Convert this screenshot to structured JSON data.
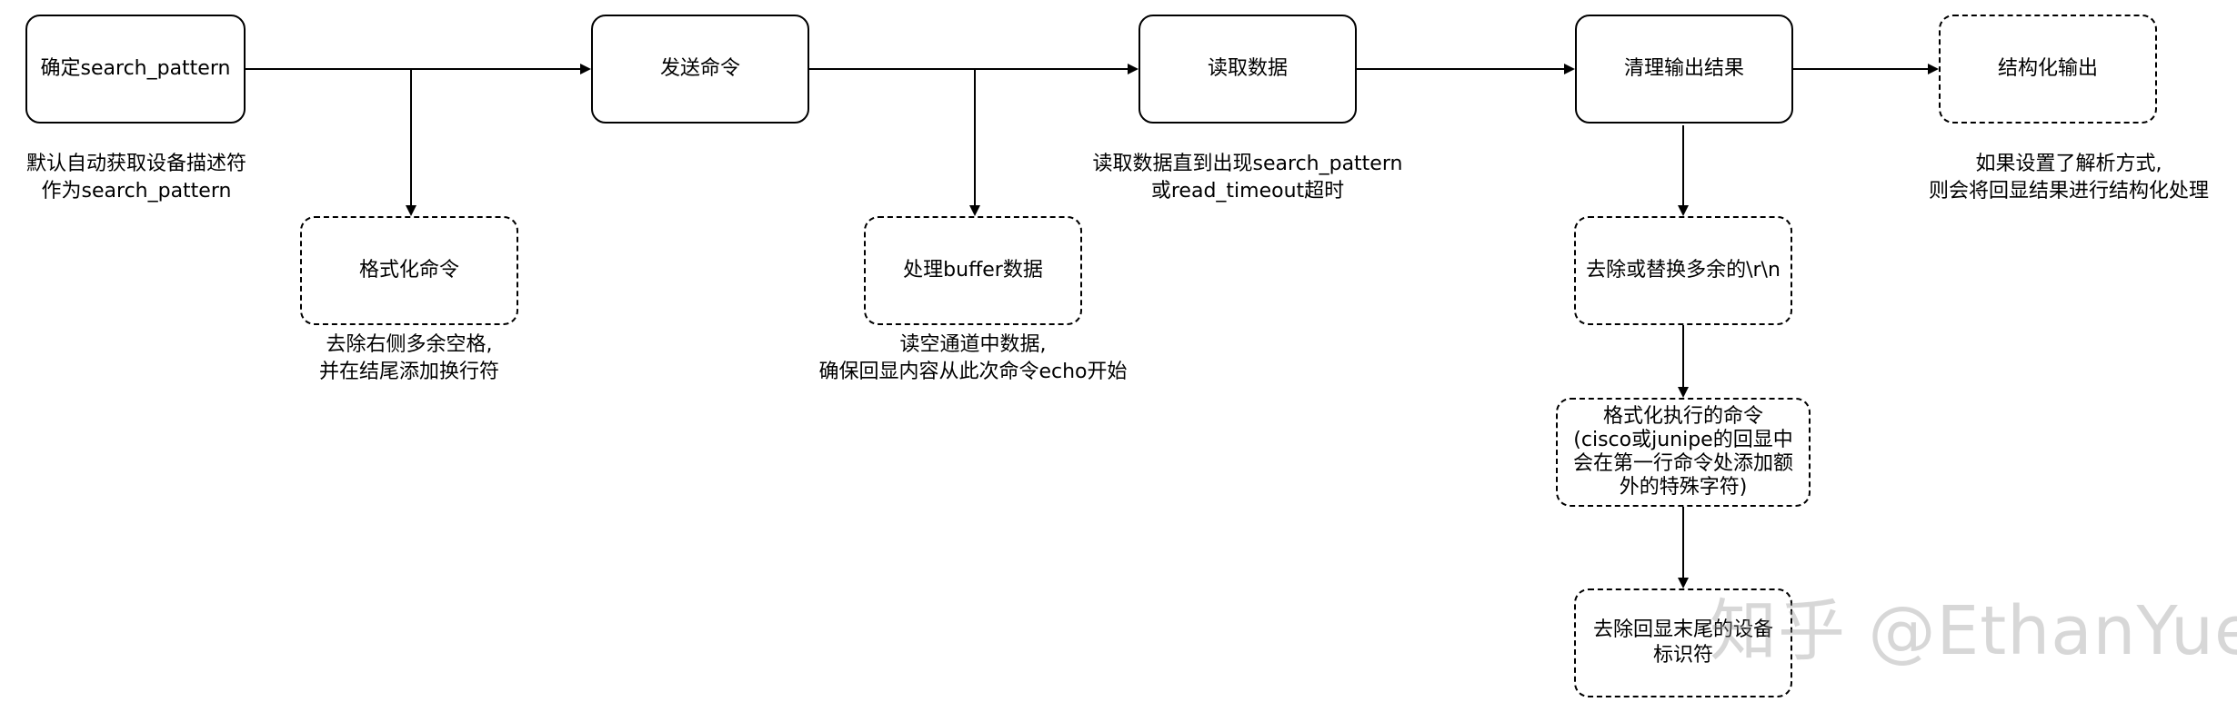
{
  "nodes": {
    "confirm": "确定search_pattern",
    "send": "发送命令",
    "read": "读取数据",
    "clean": "清理输出结果",
    "structured": "结构化输出",
    "format_cmd": "格式化命令",
    "buffer": "处理buffer数据",
    "remove_crlf": "去除或替换多余的\\r\\n",
    "format_exec": [
      "格式化执行的命令",
      "(cisco或junipe的回显中",
      "会在第一行命令处添加额",
      "外的特殊字符)"
    ],
    "remove_id": [
      "去除回显末尾的设备",
      "标识符"
    ]
  },
  "notes": {
    "confirm": [
      "默认自动获取设备描述符",
      "作为search_pattern"
    ],
    "format_cmd": [
      "去除右侧多余空格,",
      "并在结尾添加换行符"
    ],
    "buffer": [
      "读空通道中数据,",
      "确保回显内容从此次命令echo开始"
    ],
    "read": [
      "读取数据直到出现search_pattern",
      "或read_timeout超时"
    ],
    "structured": [
      "如果设置了解析方式,",
      "则会将回显结果进行结构化处理"
    ]
  },
  "watermark": "知乎 @EthanYue"
}
